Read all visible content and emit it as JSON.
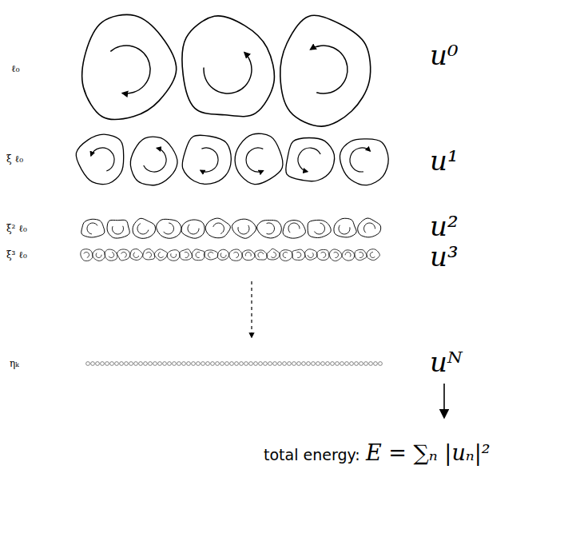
{
  "diagram": {
    "labels": [
      "ℓ₀",
      "ξ ℓ₀",
      "ξ² ℓ₀",
      "ξ³ ℓ₀",
      "ηₖ",
      "u⁰",
      "u¹",
      "u²",
      "u³",
      "uᴺ",
      "total energy:",
      "E = ∑ₙ |uₙ|²"
    ]
  }
}
